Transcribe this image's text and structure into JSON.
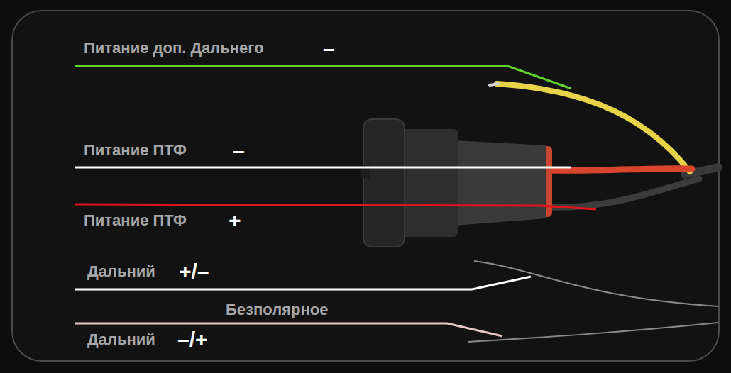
{
  "diagram": {
    "labels": [
      "Питание доп. Дальнего",
      "–",
      "Питание ПТФ",
      "–",
      "Питание ПТФ",
      "+",
      "Дальний",
      "+/–",
      "Безполярное",
      "Дальний",
      "–/+"
    ]
  }
}
